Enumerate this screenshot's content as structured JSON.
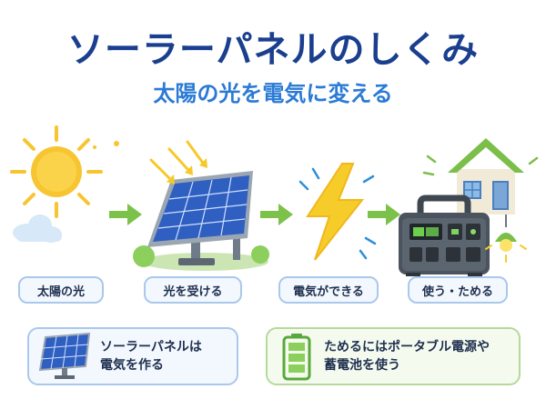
{
  "title": "ソーラーパネルのしくみ",
  "subtitle": "太陽の光を電気に変える",
  "steps": [
    {
      "label": "太陽の光"
    },
    {
      "label": "光を受ける"
    },
    {
      "label": "電気ができる"
    },
    {
      "label": "使う・ためる"
    }
  ],
  "cards": [
    {
      "line1": "ソーラーパネルは",
      "line2": "電気を作る"
    },
    {
      "line1": "ためるにはポータブル電源や",
      "line2": "蓄電池を使う"
    }
  ],
  "colors": {
    "title": "#1b3f8f",
    "subtitle": "#2a7ad6",
    "arrow": "#7cc24a",
    "sun": "#f7c531",
    "panel": "#2f5fc0",
    "bolt": "#f6cc2a",
    "house_roof": "#7bbf4a"
  },
  "icons": [
    "sun-icon",
    "cloud-icon",
    "solar-panel-icon",
    "lightning-icon",
    "house-icon",
    "portable-power-station-icon",
    "light-bulb-icon",
    "battery-icon",
    "arrow-right-icon"
  ]
}
